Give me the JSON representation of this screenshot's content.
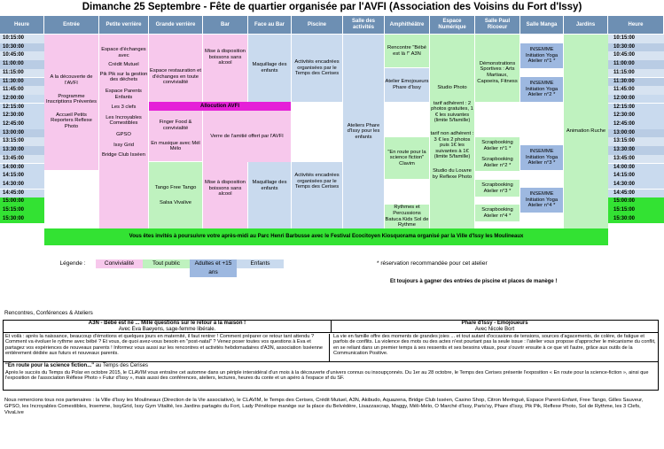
{
  "title": "Dimanche 25 Septembre - Fête de quartier organisée par l'AVFI (Association des Voisins du Fort d'Issy)",
  "headers": [
    "Heure",
    "Entrée",
    "Petite verrière",
    "Grande verrière",
    "Bar",
    "Face au Bar",
    "Piscine",
    "Salle des activités",
    "Amphithéâtre",
    "Espace Numérique",
    "Salle Paul Ricoeur",
    "Salle Manga",
    "Jardins",
    "Heure"
  ],
  "times": [
    "10:15:00",
    "10:30:00",
    "10:45:00",
    "11:00:00",
    "11:15:00",
    "11:30:00",
    "11:45:00",
    "12:00:00",
    "12:15:00",
    "12:30:00",
    "12:45:00",
    "13:00:00",
    "13:15:00",
    "13:30:00",
    "13:45:00",
    "14:00:00",
    "14:15:00",
    "14:30:00",
    "14:45:00",
    "15:00:00",
    "15:15:00",
    "15:30:00"
  ],
  "events": {
    "entree_1": "A la découverte de l'AVFI",
    "entree_2": "Programme Inscriptions Préventes",
    "entree_3": "Accueil Petits Reporters Reflexe Photo",
    "petite_1": "Espace d'échanges avec",
    "petite_2": "Crédit Mutuel",
    "petite_3": "Pik Pik sur la gestion des déchets",
    "petite_4": "Espace Parents Enfants",
    "petite_5": "Les 3 clefs",
    "petite_6": "Les Incroyables Comestibles",
    "petite_7": "GPSO",
    "petite_8": "Issy Grid",
    "petite_9": "Bridge Club Isséen",
    "grande_1": "Espace restauration et d'échanges en toute convivialité",
    "grande_2": "Finger Food & convivialité",
    "grande_3": "En musique avec Mél Mélo",
    "grande_4": "Tango Free Tango",
    "grande_5": "Salsa Vivalive",
    "allocution": "Allocution AVFI",
    "bar_1": "Mise à disposition boissons sans alcool",
    "bar_2": "Verre de l'amitié offert par l'AVFI",
    "bar_3": "Mise à disposition boissons sans alcool",
    "face_1": "Maquillage des enfants",
    "face_2": "Maquillage des enfants",
    "piscine_1": "Activités encadrées organisées par le Temps des Cerises",
    "piscine_2": "Activités encadrées organisées par le Temps des Cerises",
    "activites_1": "Ateliers Phare d'Issy pour les enfants",
    "amphi_1": "Rencontre \"Bébé est là !\" A3N",
    "amphi_2": "Atelier Emojoueurs Phare d'Issy",
    "amphi_3": "\"En route pour la science fiction\" Clavim",
    "amphi_4": "Rythmes et Percussions Batuca Kids Sol de Rythme",
    "numerique_1": "Studio Photo",
    "numerique_2": "tarif adhérent : 2 photos gratuites, 1 € les suivantes (limite 5/famille)",
    "numerique_3": "tarif non adhérent : 3 € les 2 photos puis 1€ les suivantes à 1€ (limite 5/famille)",
    "numerique_4": "Studio du Louvre by Reflexe Photo",
    "ricoeur_1": "Démonstrations Sportives : Arts Martiaux, Capoeira, Fitness",
    "ricoeur_2": "Scrapbooking Atelier n°1 *",
    "ricoeur_3": "Scrapbooking Atelier n°2 *",
    "ricoeur_4": "Scrapbooking Atelier n°3 *",
    "ricoeur_5": "Scrapbooking Atelier n°4 *",
    "manga_1": "INSEMME Initiation Yoga Atelier n°1 *",
    "manga_2": "INSEMME Initiation Yoga Atelier n°2 *",
    "manga_3": "INSEMME Initiation Yoga Atelier n°3 *",
    "manga_4": "INSEMME Initiation Yoga Atelier n°4 *",
    "jardins_1": "Animation Ruche",
    "banner": "Vous êtes invités à poursuivre votre après-midi au Parc Henri Barbusse avec le Festival Ecocitoyen Kiosquorama organisé par la Ville d'Issy les Moulineaux"
  },
  "legend": {
    "label": "Légende :",
    "items": [
      "Convivialité",
      "Tout public",
      "Adultes et +15 ans",
      "Enfants"
    ],
    "note": "* réservation recommandée pour cet atelier",
    "extra": "Et toujours à gagner des entrées de piscine et places de manège !"
  },
  "section_title": "Rencontres, Conférences & Ateliers",
  "a3n": {
    "title": "A3N - Bébé est né ... Mille questions sur le retour à la maison !",
    "subtitle": "Avec Eva Baeyens, sage-femme libérale.",
    "body": "Et voilà : après la naissance, beaucoup d'émotions et quelques jours en maternité, il faut rentrer ! Comment préparer ce retour tant attendu ? Comment va évoluer le rythme avec bébé ? Et vous, de quoi avez-vous besoin en \"post-natal\" ? Venez poser toutes vos questions à Eva et partagez vos expériences de nouveaux parents ! Informez vous aussi sur les rencontres et activités hebdomadaires d'A3N, association Isséenne entièrement dédiée aux futurs et nouveaux parents."
  },
  "phare": {
    "title": "Phare d'Issy - Emojoueurs",
    "subtitle": "Avec Nicole Bort",
    "body": "La vie en famille offre des moments de grandes joies ... et tout autant d'occasions de tensions, sources d'agacements, de colère, de fatigue et parfois de conflits. La violence des mots ou des actes n'est pourtant pas la seule issue : l'atelier vous propose d'approcher le mécanisme du conflit, en se reliant dans un premier temps à ses ressentis et ses besoins vitaux, pour s'ouvrir ensuite à ce que vit l'autre, grâce aux outils de la Communication Positive."
  },
  "clavim": {
    "title_bold": "\"En route pour la science fiction...\"",
    "title_rest": " au Temps des Cerises",
    "body": "Après le succès du Temps du Polar en octobre 2015, le CLAVIM vous entraîne cet automne dans un périple intersidéral d'un mois à la découverte d'univers connus ou insoupçonnés. Du 1er au 28 octobre, le Temps des Cerises présente l'exposition « En route pour la science-fiction », ainsi que l'exposition de l'association Réflexe Photo « Futur d'Issy », mais aussi des conférences, ateliers, lectures, heures du conte et un apéro à l'espace sf du SF."
  },
  "thanks": "Nous remercions tous nos partenaires : la Ville d'Issy les Moulineaux (Direction de la Vie associative), le CLAVIM, le Temps des Cerises, Crédit Mutuel, A3N, Akibudo, Aquazena, Bridge Club Isséen, Casino Shop, Citron Meringué, Espace Parent-Enfant, Free Tango, Gilles Sauveur, GPSO, les Incroyables Comestibles, Insemme, IssyGrid, Issy Gym Vitalité, les Jardins partagés du Fort, Lady Pénélope manège sur la place du Belvédère, Lisazzascrap, Maggy, Méli-Mélo, O Marché d'Issy, Paris'sy, Phare d'Issy, Pik Pik, Reflexe Photo, Sol de Rythme, les 3 Clefs, VivaLive",
  "colors": {
    "pink": "#f7c8ec",
    "green": "#bff2bf",
    "blue": "#9db8e0",
    "lightblue": "#c9daee",
    "header": "#6d8fb3",
    "magenta": "#e520d8",
    "banner": "#33e233"
  }
}
